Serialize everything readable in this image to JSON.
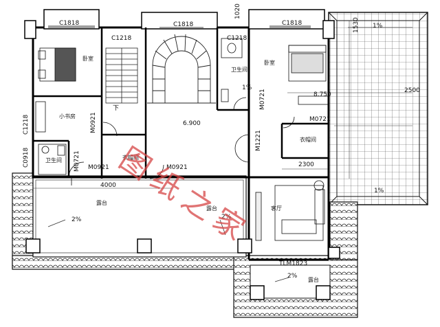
{
  "plan": {
    "windows": {
      "c1818_a": "C1818",
      "c1818_b": "C1818",
      "c1818_c": "C1818",
      "c1218_a": "C1218",
      "c1218_b": "C1218",
      "c1218_side": "C1218",
      "c0918": "C0918",
      "tlm1823": "TLM1823"
    },
    "doors": {
      "m0921_a": "M0921",
      "m0921_b": "M0921",
      "m0921_c": "M0921",
      "m0721_a": "M0721",
      "m0721_b": "M0721",
      "m0721_c": "M0721",
      "m1221": "M1221"
    },
    "rooms": {
      "bedroom_left": "卧室",
      "bedroom_right": "卧室",
      "study": "小书房",
      "bath_left": "卫生间",
      "bath_top": "卫生间",
      "closet_left": "衣帽间",
      "closet_right": "衣帽间",
      "living": "客厅",
      "terrace_main": "露台",
      "terrace_mid": "露台",
      "terrace_bottom": "露台"
    },
    "misc": {
      "down": "下",
      "elevation": "6.900",
      "dim_4000": "4000",
      "dim_2300": "2300",
      "dim_1020": "1020",
      "dim_1530": "1530",
      "dim_8750": "8.750",
      "dim_2500": "2500",
      "slope_1": "2%",
      "slope_2": "2%",
      "slope_3": "2%",
      "slope_4": "1%",
      "slope_5": "1%",
      "slope_6": "1%"
    },
    "watermark": "图纸之家"
  }
}
